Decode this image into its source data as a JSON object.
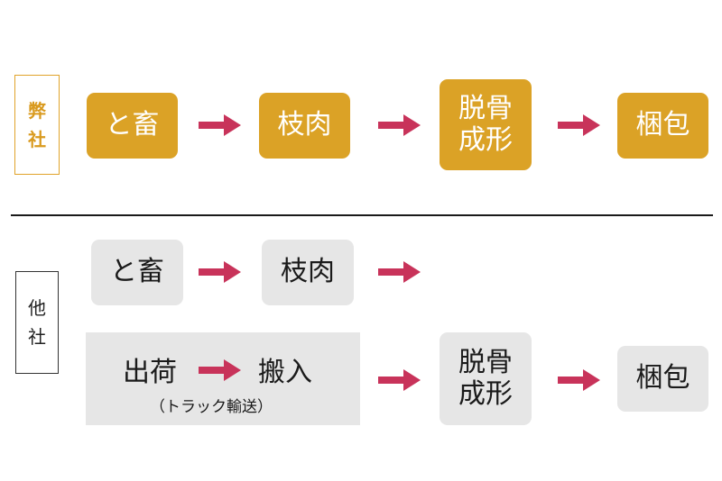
{
  "sections": {
    "ours": {
      "label_chars": [
        "弊",
        "社"
      ],
      "steps": [
        {
          "lines": [
            "と畜"
          ]
        },
        {
          "lines": [
            "枝肉"
          ]
        },
        {
          "lines": [
            "脱骨",
            "成形"
          ]
        },
        {
          "lines": [
            "梱包"
          ]
        }
      ]
    },
    "other": {
      "label_chars": [
        "他",
        "社"
      ],
      "row1_steps": [
        {
          "lines": [
            "と畜"
          ]
        },
        {
          "lines": [
            "枝肉"
          ]
        }
      ],
      "transport": {
        "from": "出荷",
        "to": "搬入",
        "note": "（トラック輸送）"
      },
      "row2_steps": [
        {
          "lines": [
            "脱骨",
            "成形"
          ]
        },
        {
          "lines": [
            "梱包"
          ]
        }
      ]
    }
  },
  "colors": {
    "ours_fill": "#dba226",
    "ours_label": "#d99a1e",
    "other_fill": "#e6e6e6",
    "arrow": "#c8335a"
  }
}
